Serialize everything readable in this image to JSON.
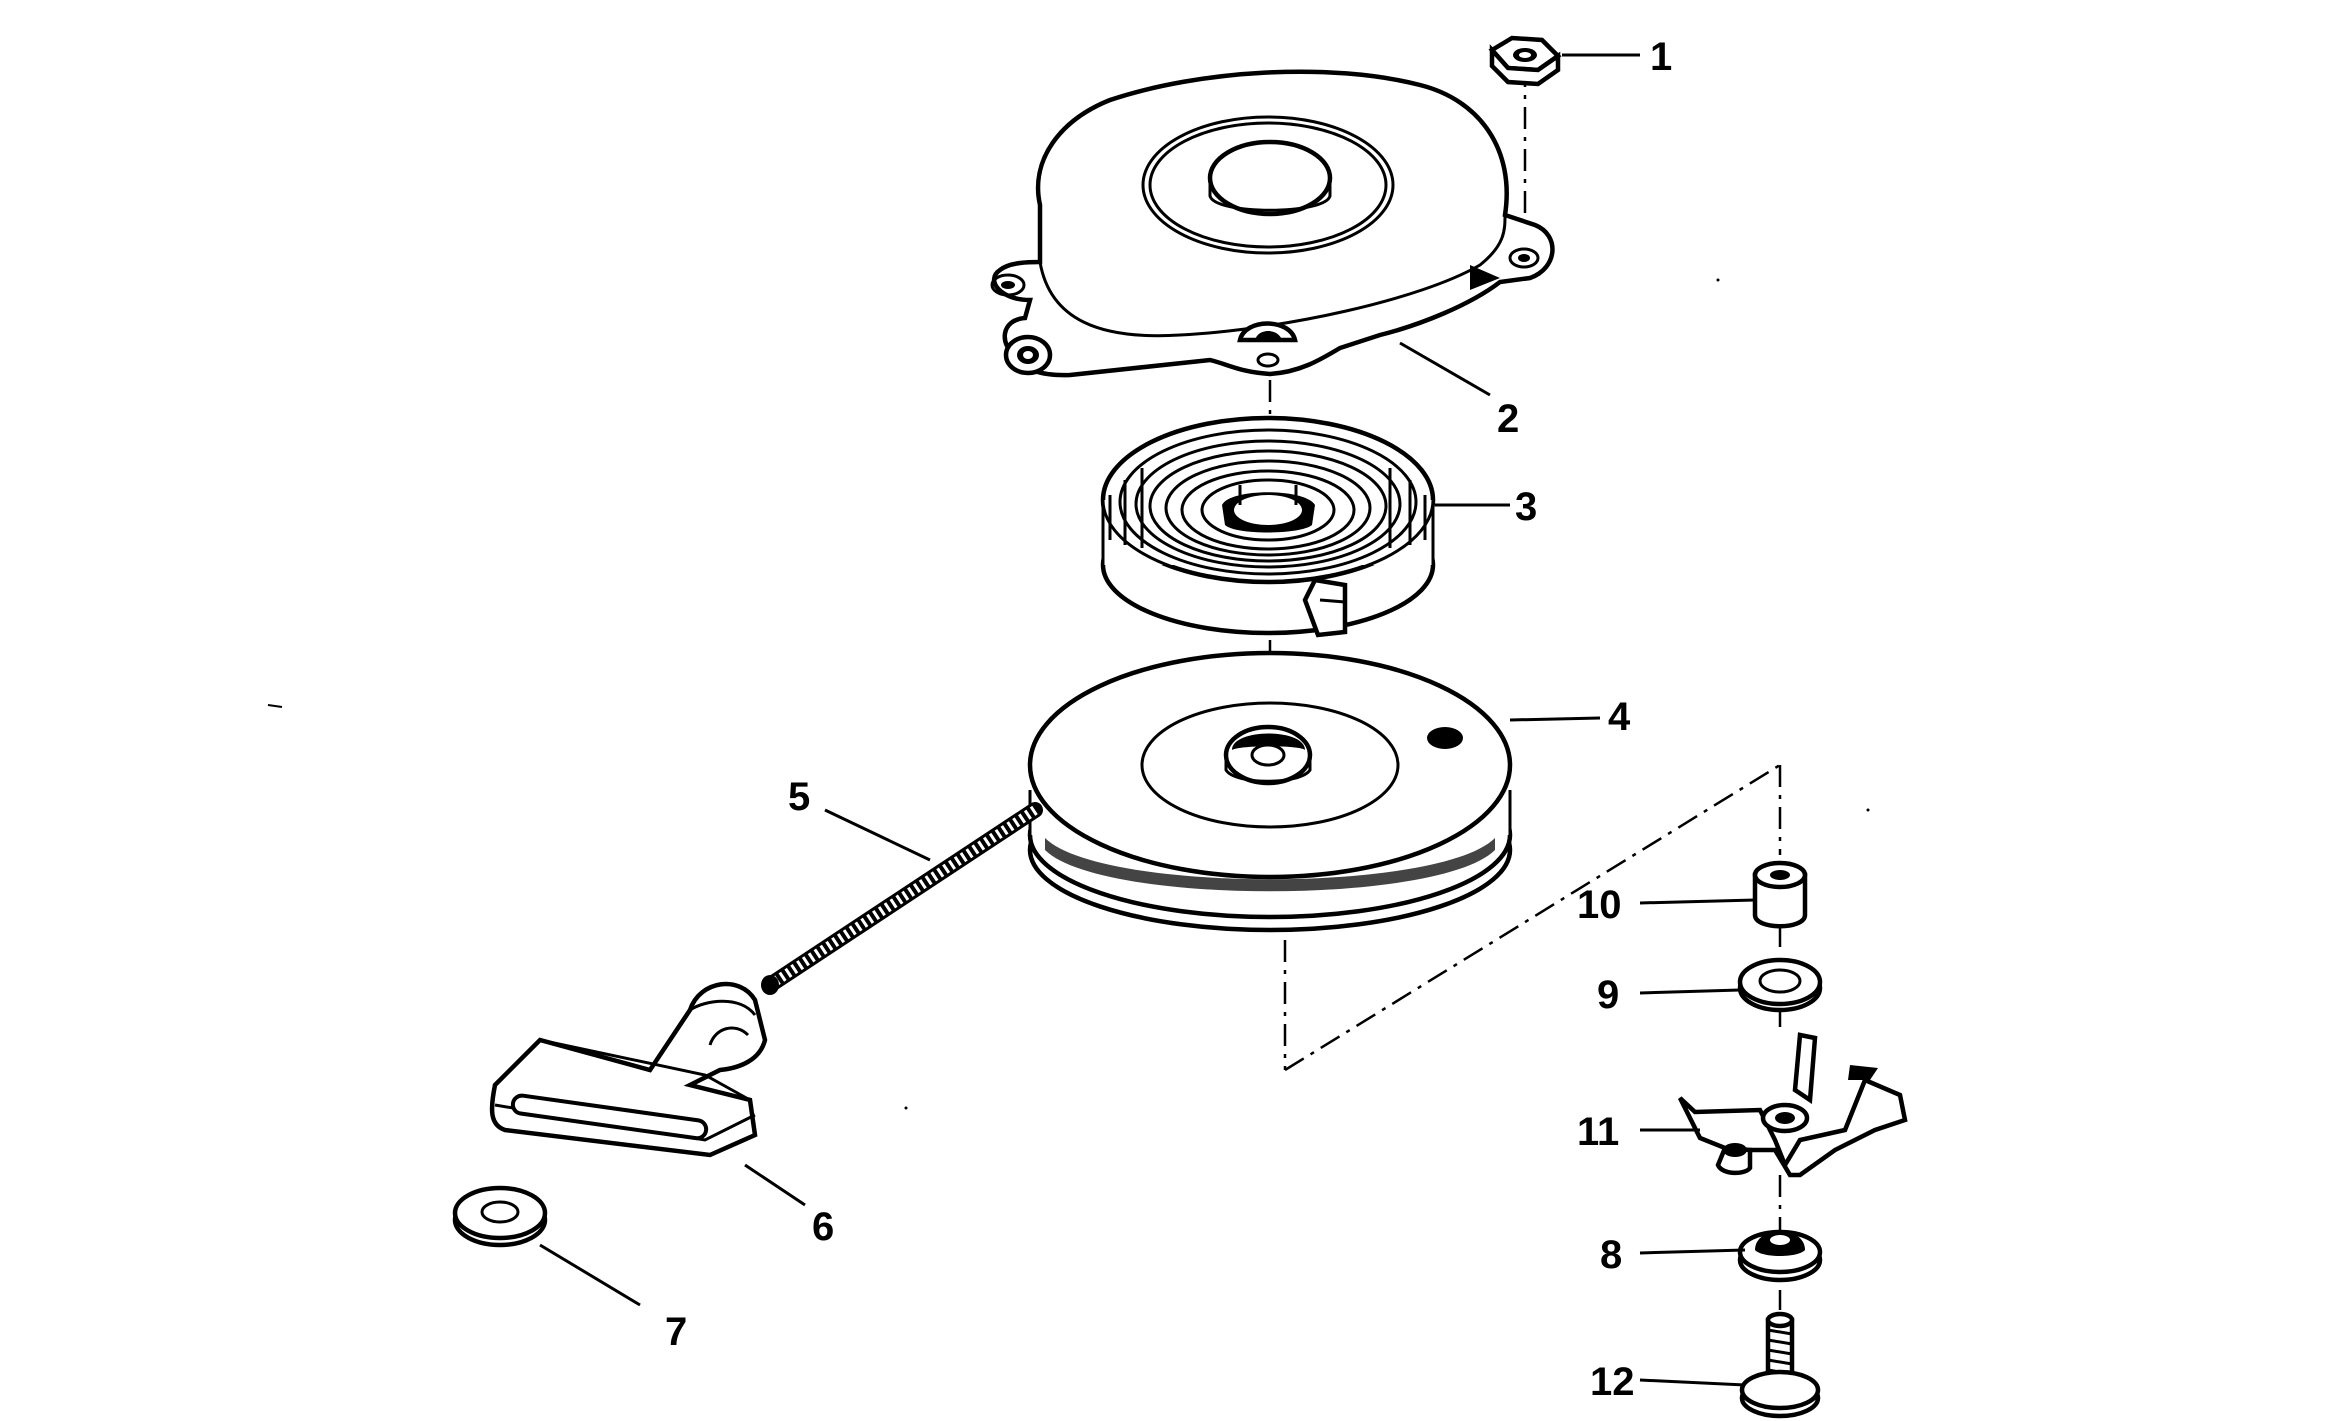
{
  "diagram": {
    "type": "exploded-parts-view",
    "parts": [
      {
        "callout": "1",
        "icon": "hex-nut-icon"
      },
      {
        "callout": "2",
        "icon": "starter-housing-icon"
      },
      {
        "callout": "3",
        "icon": "recoil-spring-icon"
      },
      {
        "callout": "4",
        "icon": "rope-pulley-icon"
      },
      {
        "callout": "5",
        "icon": "starter-rope-icon"
      },
      {
        "callout": "6",
        "icon": "rope-handle-icon"
      },
      {
        "callout": "7",
        "icon": "washer-icon"
      },
      {
        "callout": "8",
        "icon": "bushing-icon"
      },
      {
        "callout": "9",
        "icon": "washer-icon"
      },
      {
        "callout": "10",
        "icon": "spacer-icon"
      },
      {
        "callout": "11",
        "icon": "pawl-icon"
      },
      {
        "callout": "12",
        "icon": "screw-icon"
      }
    ]
  }
}
